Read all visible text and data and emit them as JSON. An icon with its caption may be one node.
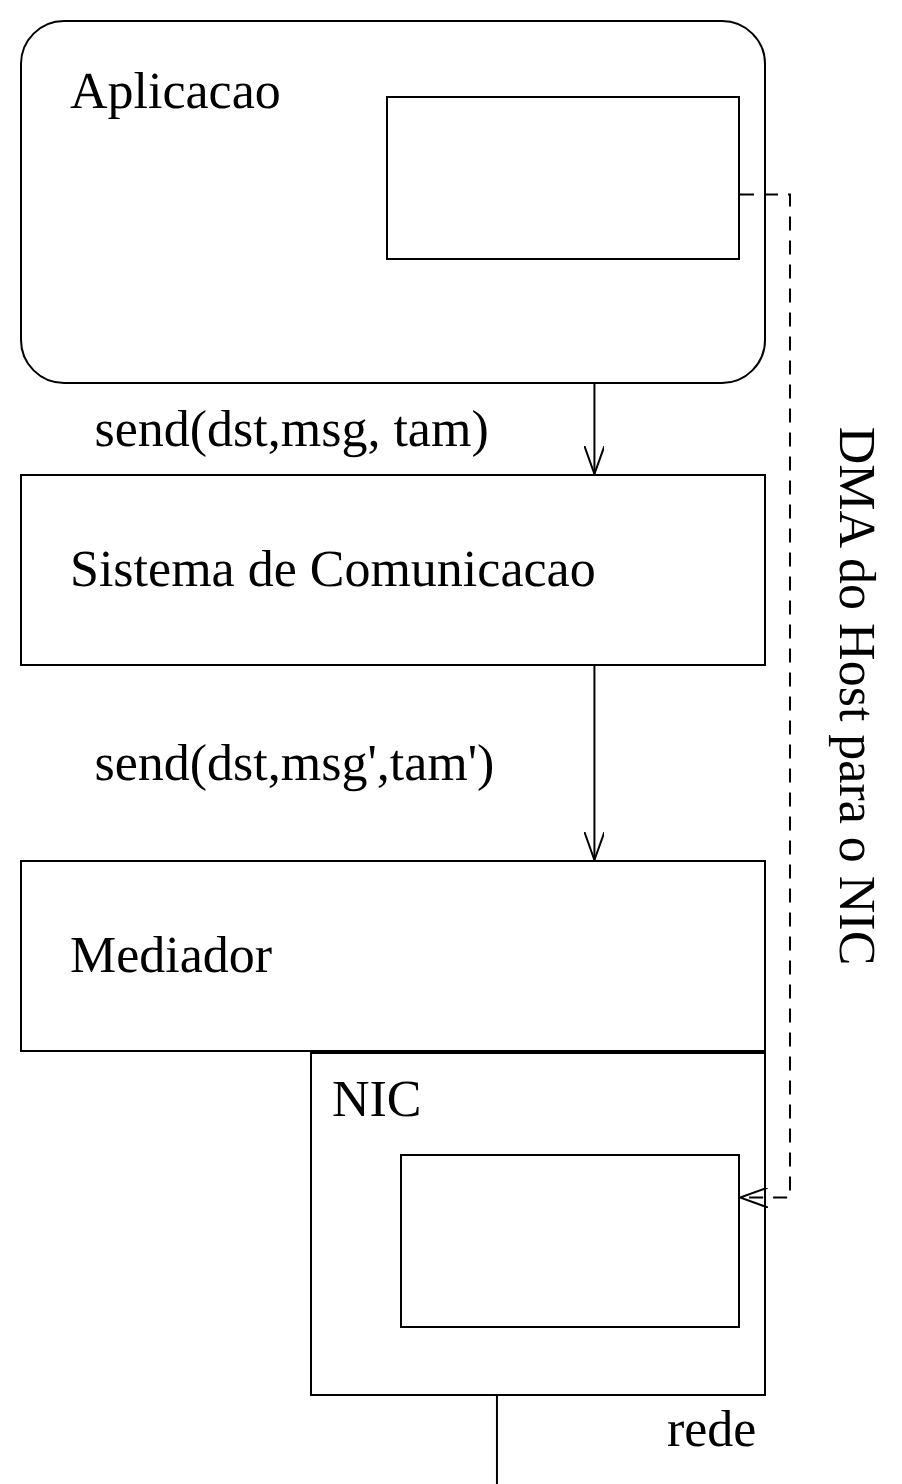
{
  "diagram": {
    "nodes": [
      {
        "text": [
          "Aplicacao"
        ]
      },
      {
        "text": [],
        "shape": "box",
        "in": 0
      },
      {
        "text": [
          "Sistema de Comunicacao"
        ]
      },
      {
        "text": [
          "Mediador"
        ]
      },
      {
        "text": [
          "NIC"
        ]
      },
      {
        "text": [],
        "shape": "box",
        "in": 4
      }
    ],
    "edges": [
      {
        "from": 0,
        "to": 2,
        "arrow": "to",
        "label": "send(dst,msg, tam)"
      },
      {
        "from": 2,
        "to": 3,
        "arrow": "to",
        "label": "send(dst,msg',tam')"
      },
      {
        "from": 1,
        "to": 5,
        "arrow": "to",
        "style": "dashed",
        "label": "DMA do Host para o NIC"
      },
      {
        "from": 4,
        "to": null,
        "arrow": "none",
        "label": "rede"
      }
    ]
  }
}
